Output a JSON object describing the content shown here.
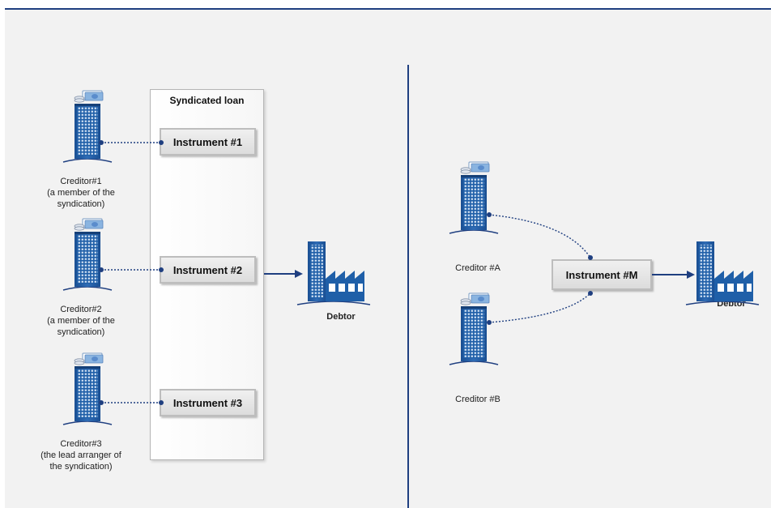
{
  "left": {
    "syndicated_loan_title": "Syndicated loan",
    "instruments": [
      "Instrument #1",
      "Instrument #2",
      "Instrument #3"
    ],
    "creditors": [
      "Creditor#1\n(a member of the\nsyndication)",
      "Creditor#2\n(a member of the\nsyndication)",
      "Creditor#3\n(the lead arranger of\nthe syndication)"
    ],
    "debtor_label": "Debtor"
  },
  "right": {
    "instrument": "Instrument #M",
    "creditors": [
      "Creditor #A",
      "Creditor #B"
    ],
    "debtor_label": "Debtor"
  },
  "colors": {
    "navy": "#1f3f80",
    "building_blue": "#1f5fa8",
    "building_light": "#6e9fd3",
    "panel": "#f2f2f2"
  },
  "icons": [
    "creditor-bank-building-icon",
    "debtor-factory-icon",
    "money-bills-icon",
    "coins-icon"
  ]
}
